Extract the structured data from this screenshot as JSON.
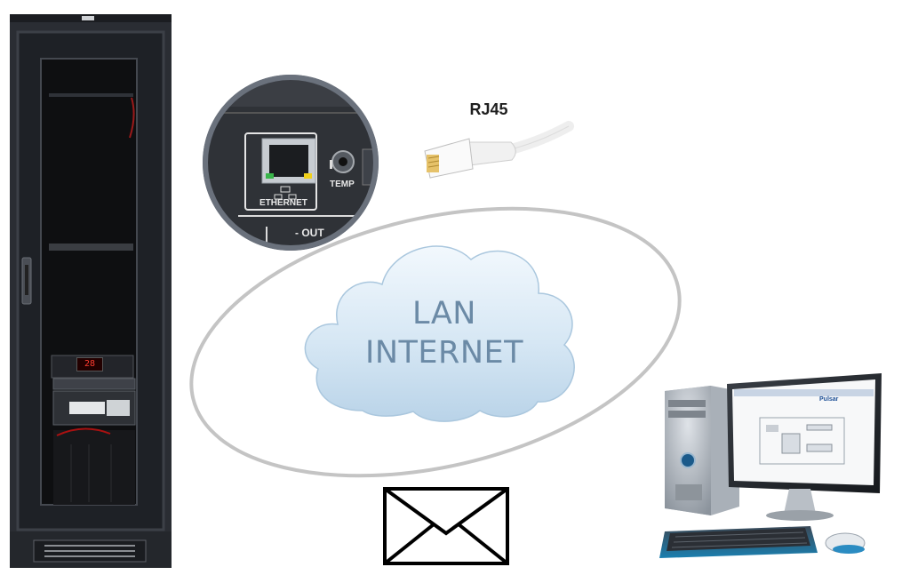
{
  "diagram": {
    "cable_label": "RJ45",
    "cloud": {
      "line1": "LAN",
      "line2": "INTERNET"
    },
    "port_panel": {
      "ethernet_label": "ETHERNET",
      "temp_label": "TEMP",
      "out_label": "- OUT"
    },
    "rack": {
      "display_value": "28"
    },
    "monitor": {
      "brand": "Pulsar"
    }
  },
  "colors": {
    "rack_body": "#2a2d33",
    "cloud_fill": "#d7e8f4",
    "cloud_text": "#6b8aa6",
    "orbit": "#c8c8c8",
    "envelope_stroke": "#000000"
  },
  "icons": [
    "rack-cabinet-icon",
    "ethernet-port-icon",
    "rj45-cable-icon",
    "cloud-icon",
    "envelope-icon",
    "desktop-computer-icon"
  ]
}
